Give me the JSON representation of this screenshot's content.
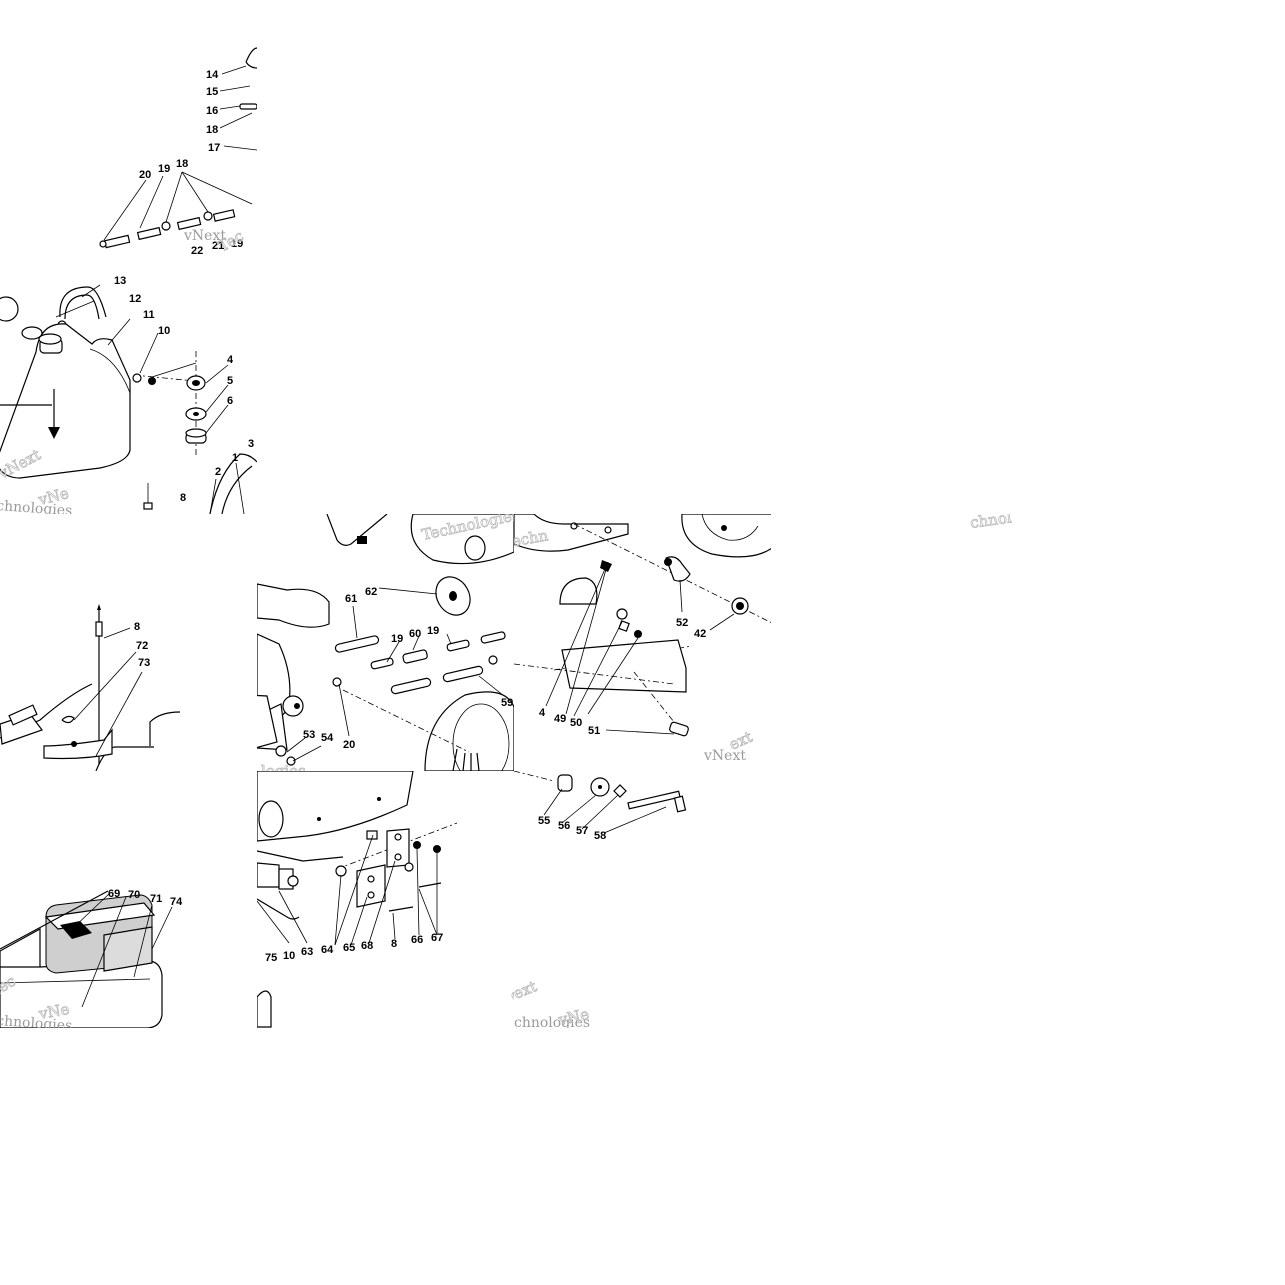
{
  "watermark": {
    "text": "vNext Technologies",
    "fragments": [
      "vNext",
      "Technologies",
      "Tec",
      "ext",
      "chnologies",
      "vNe",
      "Techn",
      "logies",
      "chnol"
    ]
  },
  "tiles": [
    {
      "id": "t-0-1",
      "callouts": [
        "14",
        "15",
        "16",
        "18",
        "17",
        "20",
        "19",
        "18",
        "22",
        "21",
        "19"
      ]
    },
    {
      "id": "t-1-1",
      "callouts": [
        "13",
        "12",
        "11",
        "10",
        "4",
        "5",
        "6",
        "3",
        "2",
        "1",
        "8"
      ]
    },
    {
      "id": "t-2-1",
      "callouts": [
        "8",
        "72",
        "73"
      ]
    },
    {
      "id": "t-2-2",
      "callouts": [
        "62",
        "61",
        "19",
        "60",
        "19",
        "53",
        "54",
        "20",
        "59"
      ]
    },
    {
      "id": "t-2-3",
      "callouts": [
        "52",
        "42",
        "4",
        "49",
        "50",
        "51"
      ]
    },
    {
      "id": "t-3-1",
      "callouts": [
        "69",
        "70",
        "71",
        "74"
      ]
    },
    {
      "id": "t-3-2",
      "callouts": [
        "75",
        "10",
        "63",
        "64",
        "65",
        "68",
        "8",
        "66",
        "67"
      ]
    },
    {
      "id": "t-3-3",
      "callouts": [
        "55",
        "56",
        "57",
        "58"
      ]
    }
  ]
}
